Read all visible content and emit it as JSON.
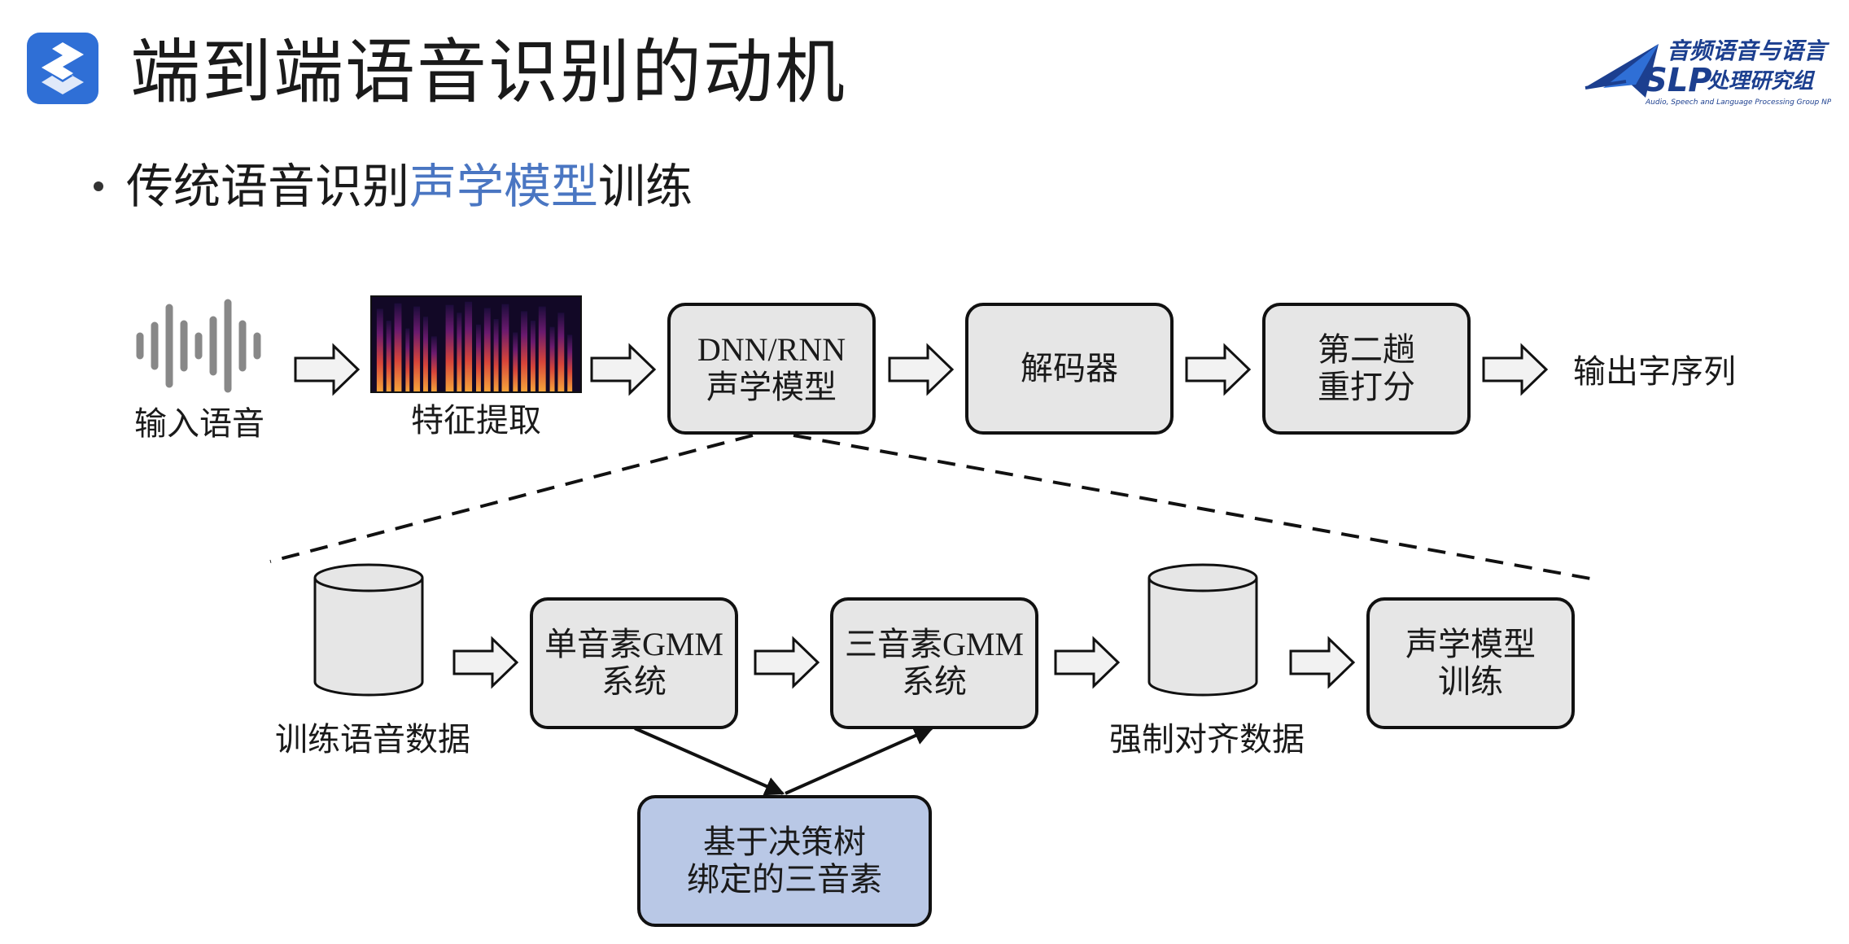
{
  "header": {
    "title": "端到端语音识别的动机",
    "logo_right": {
      "line1": "音频语音与语言",
      "abbr": "SLP",
      "line2": "处理研究组",
      "sub": "Audio, Speech and Language Processing Group  NPU"
    }
  },
  "bullet": {
    "prefix": "传统语音识别",
    "highlight": "声学模型",
    "suffix": "训练"
  },
  "top_flow": {
    "input_label": "输入语音",
    "feature_label": "特征提取",
    "dnn_box": "DNN/RNN\n声学模型",
    "decoder_box": "解码器",
    "rescoring_box": "第二趟\n重打分",
    "output_label": "输出字序列"
  },
  "bottom_flow": {
    "train_data_label": "训练语音数据",
    "mono_gmm_box": "单音素GMM\n系统",
    "tri_gmm_box": "三音素GMM\n系统",
    "align_data_label": "强制对齐数据",
    "am_train_box": "声学模型\n训练",
    "decision_tree_box": "基于决策树\n绑定的三音素"
  },
  "colors": {
    "logo_blue": "#2f6fd6",
    "highlight_blue": "#4a76c2",
    "box_gray": "#e6e6e6",
    "box_blue": "#b9c8e6"
  }
}
